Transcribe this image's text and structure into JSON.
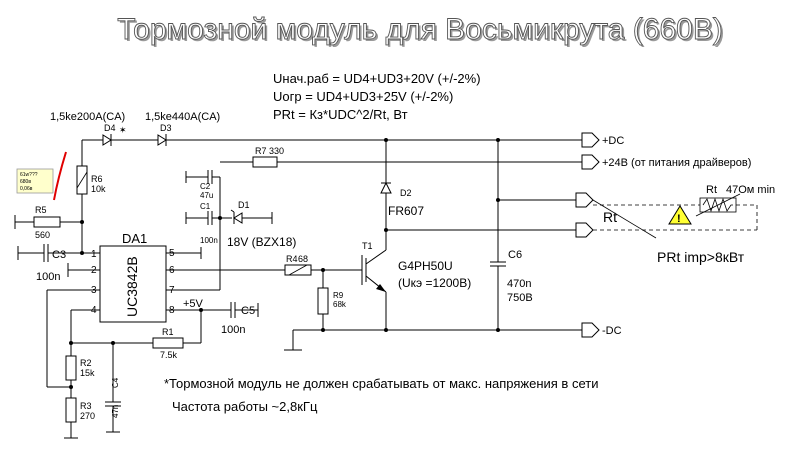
{
  "title": "Тормозной модуль для Восьмикрута (660В)",
  "formulas": [
    "Uнач.раб = UD4+UD3+20V (+/-2%)",
    "Uогр = UD4+UD3+25V (+/-2%)",
    "PRt = Кз*UDC^2/Rt, Вт"
  ],
  "components": {
    "d4_part": "1,5ke200A(CA)",
    "d3_part": "1,5ke440A(CA)",
    "d4": "D4",
    "d3": "D3",
    "r6": "R6",
    "r6_val": "10k",
    "r5": "R5",
    "r5_val": "560",
    "c3": "C3",
    "c3_val": "100n",
    "r7": "R7",
    "r7_val": "330",
    "c2": "C2",
    "c2_val": "47u",
    "c1": "C1",
    "c1_val": "100n",
    "d1": "D1",
    "d1_val": "18V (BZX18)",
    "d2": "D2",
    "d2_val": "FR607",
    "t1": "T1",
    "t1_part": "G4PH50U",
    "t1_vce": "(Uкэ =1200В)",
    "r4": "R4",
    "r4_val": "68",
    "r9": "R9",
    "r9_val": "68k",
    "c6": "C6",
    "c6_val1": "470n",
    "c6_val2": "750В",
    "c5": "C5",
    "c5_val": "100n",
    "r1": "R1",
    "r1_val": "7.5k",
    "r2": "R2",
    "r2_val": "15k",
    "r3": "R3",
    "r3_val": "270",
    "c4": "C4",
    "c4_val": "47n",
    "ic_name": "DA1",
    "ic_part": "UC3842B",
    "supply": "+5V"
  },
  "pins": [
    "1",
    "2",
    "3",
    "4",
    "5",
    "6",
    "7",
    "8"
  ],
  "terminals": {
    "plus_dc": "+DC",
    "plus_24": "+24В (от питания драйверов)",
    "minus_dc": "-DC"
  },
  "load": {
    "rt": "Rt",
    "rt_right": "Rt",
    "rt_value": "47Ом min",
    "warning_mark": "!",
    "power_note": "PRt imp>8кВт"
  },
  "sticky_note": [
    "61w???",
    "680в",
    "0,06в"
  ],
  "notes": [
    "*Тормозной модуль не должен срабатывать от макс. напряжения в сети",
    "Частота работы ~2,8кГц"
  ]
}
